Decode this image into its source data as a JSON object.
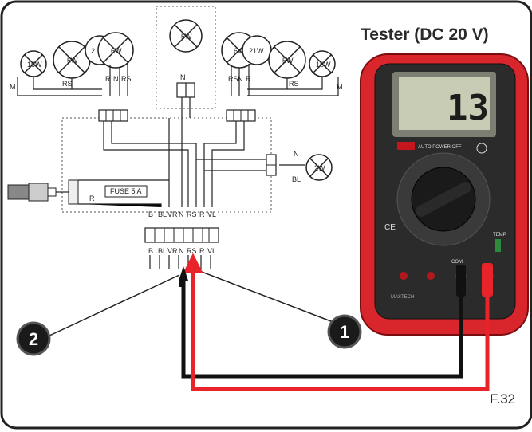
{
  "title": "Tester (DC 20 V)",
  "figure_label": "F.32",
  "callouts": [
    "1",
    "2"
  ],
  "display_reading": "13",
  "meter": {
    "mode_button": "AUTO POWER OFF",
    "brand": "MASTECH",
    "com_label": "COM",
    "ce_mark": "CE",
    "temp_label": "TEMP"
  },
  "lamps": [
    {
      "text": "16W"
    },
    {
      "text": "5W"
    },
    {
      "text": "21W"
    },
    {
      "text": "6W"
    },
    {
      "text": "5W"
    },
    {
      "text": "6W"
    },
    {
      "text": "21W"
    },
    {
      "text": "5W"
    },
    {
      "text": "16W"
    }
  ],
  "side_lamp": {
    "text": "2W"
  },
  "fuse": {
    "text": "FUSE 5 A"
  },
  "wire_labels": {
    "m": "M",
    "rs": "RS",
    "r": "R",
    "n": "N",
    "bl": "BL",
    "b": "B",
    "vr": "VR",
    "vl": "VL"
  },
  "colors": {
    "probe_red": "#e8232a",
    "probe_black": "#111111",
    "callout_fill": "#1a1a1a",
    "meter_body": "#d9252c",
    "lcd": "#c9ccb4",
    "frame": "#222222"
  }
}
